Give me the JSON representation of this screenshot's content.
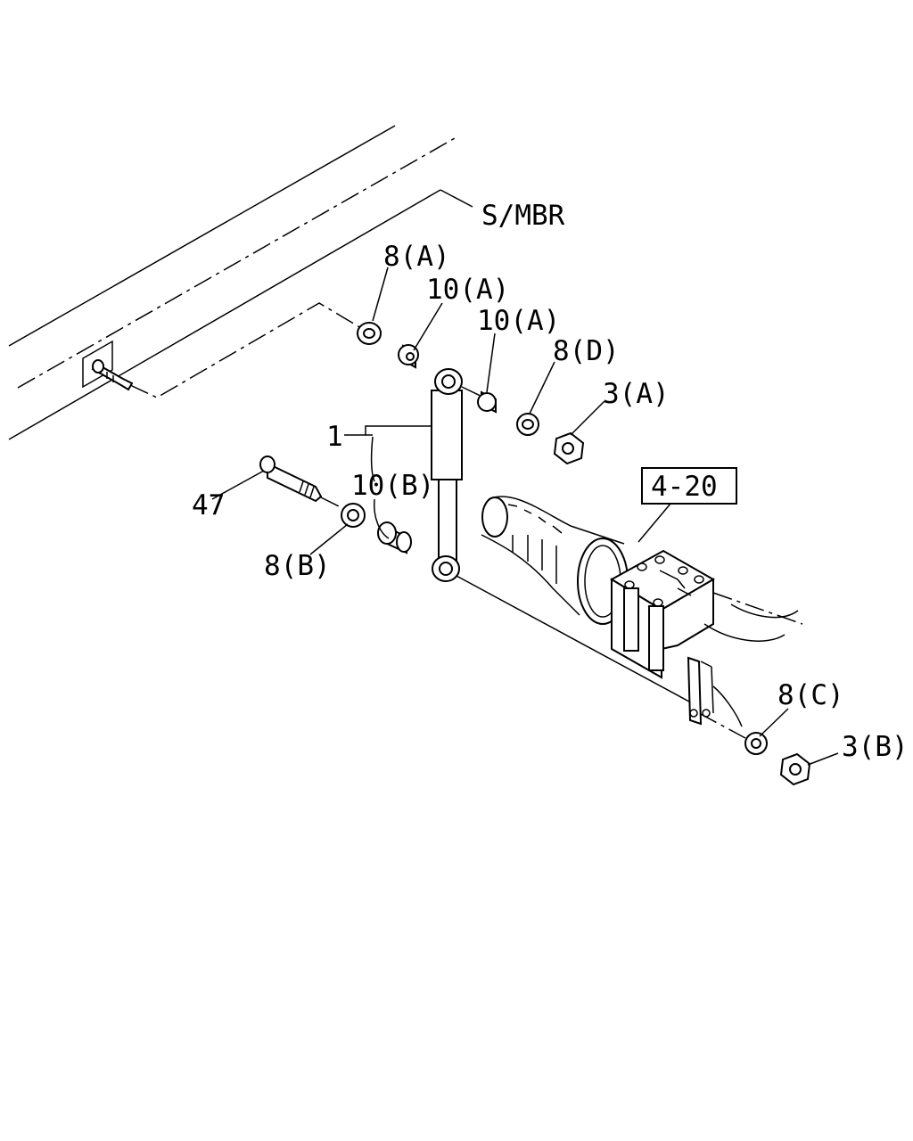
{
  "labels": {
    "s_mbr": "S/MBR",
    "p8a": "8(A)",
    "p10a_1": "10(A)",
    "p10a_2": "10(A)",
    "p8d": "8(D)",
    "p3a": "3(A)",
    "p1": "1",
    "p10b": "10(B)",
    "p47": "47",
    "p8b": "8(B)",
    "ref_4_20": "4-20",
    "p8c": "8(C)",
    "p3b": "3(B)"
  },
  "colors": {
    "line": "#000000",
    "background": "#ffffff"
  }
}
